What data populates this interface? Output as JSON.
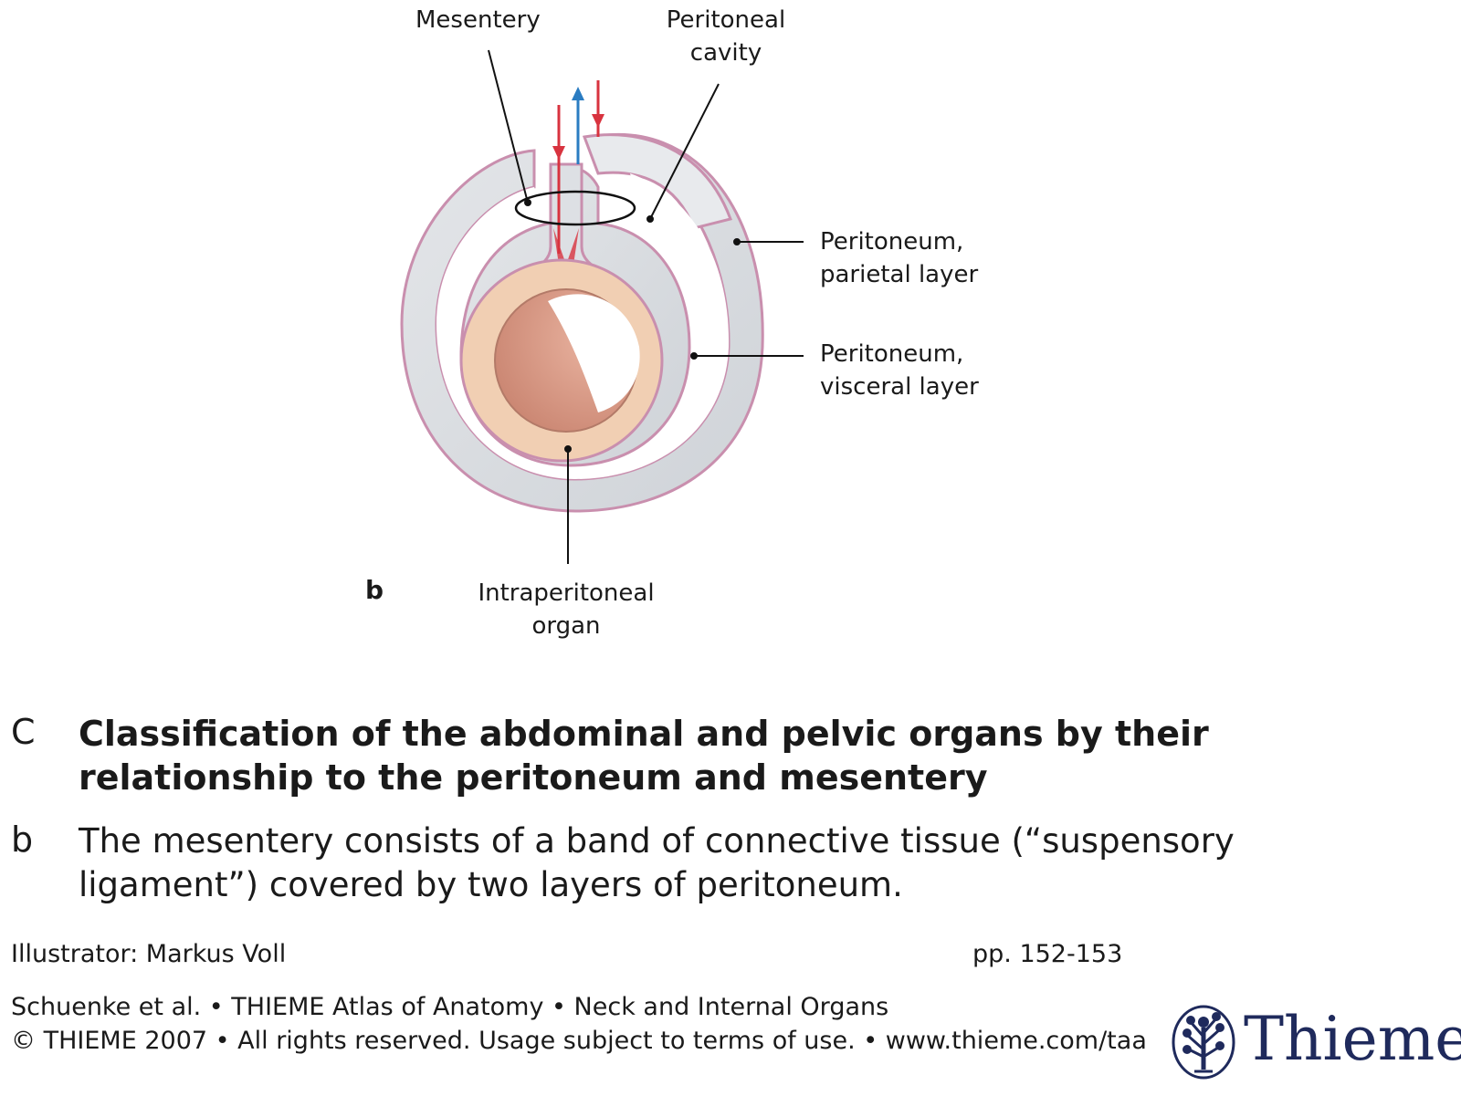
{
  "figure": {
    "labels": {
      "mesentery": "Mesentery",
      "peritoneal_cavity_1": "Peritoneal",
      "peritoneal_cavity_2": "cavity",
      "parietal_1": "Peritoneum,",
      "parietal_2": "parietal layer",
      "visceral_1": "Peritoneum,",
      "visceral_2": "visceral layer",
      "organ_1": "Intraperitoneal",
      "organ_2": "organ"
    },
    "panel_letter": "b",
    "colors": {
      "peritoneum_fill": "#dcdfe3",
      "membrane_line": "#c98fae",
      "organ_wall": "#f1cfb3",
      "organ_lumen": "#d99b84",
      "artery": "#d8333f",
      "vein": "#2a7cc2"
    }
  },
  "caption": {
    "section_letter": "C",
    "heading": "Classification of the abdominal and pelvic organs by their relationship to the peritoneum and mesentery",
    "sub_letter": "b",
    "body": "The mesentery consists of a band of connective tissue (“suspensory ligament”) covered by two layers of peritoneum."
  },
  "footer": {
    "illustrator": "Illustrator: Markus Voll",
    "pages": "pp.  152-153",
    "line1": "Schuenke et al.  •  THIEME Atlas of Anatomy  •  Neck and Internal Organs",
    "line2": "© THIEME 2007  •  All rights reserved. Usage subject to terms of use.  •  www.thieme.com/taa",
    "publisher": "Thieme",
    "logo_icon": "tree-emblem-icon"
  }
}
